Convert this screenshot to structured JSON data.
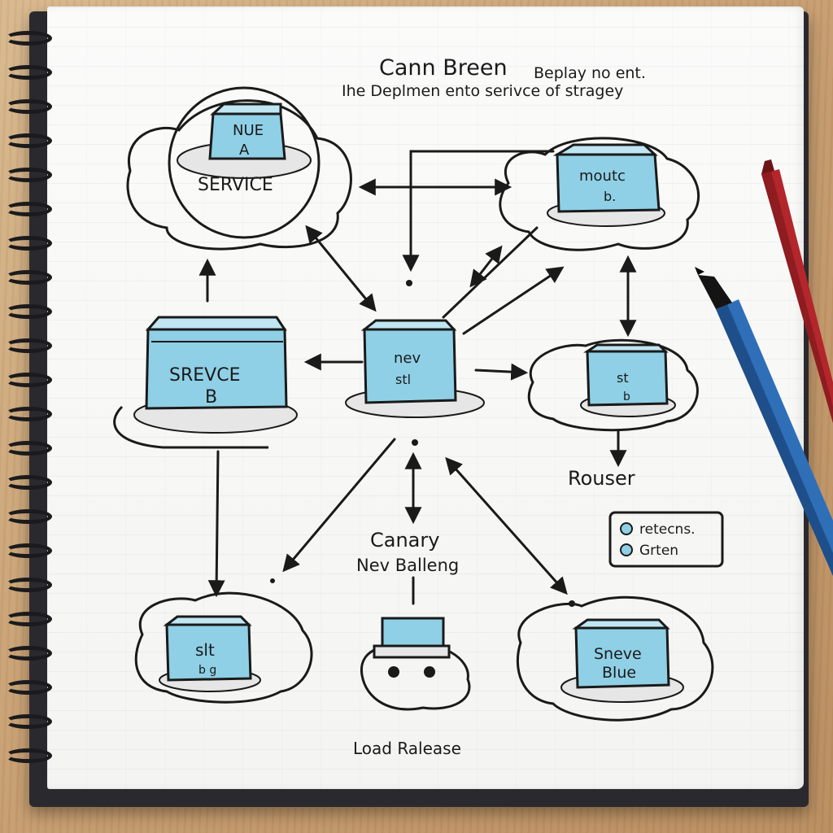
{
  "header": {
    "title_line1": "Cann Breen",
    "title_line1_b": "Beplay no ent.",
    "title_line2": "Ihe Deplmen ento serivce of stragey"
  },
  "nodes": {
    "service_a": {
      "line1": "NUE",
      "line2": "A",
      "label": "SERVICE"
    },
    "moutc": {
      "line1": "moutc",
      "line2": "b."
    },
    "service_b": {
      "line1": "SREVCE",
      "line2": "B"
    },
    "nev_stl": {
      "line1": "nev",
      "line2": "stl"
    },
    "st": {
      "line1": "st",
      "line2": "b"
    },
    "slt": {
      "line1": "slt",
      "line2": "b g"
    },
    "sneve_blue": {
      "line1": "Sneve",
      "line2": "Blue"
    }
  },
  "labels": {
    "rouser": "Rouser",
    "canary": "Canary",
    "nev_balleng": "Nev Balleng",
    "load_ralease": "Load Ralease"
  },
  "legend": {
    "items": [
      "retecns.",
      "Grten"
    ]
  },
  "colors": {
    "ink": "#1a1a1a",
    "box_fill": "#8fd0e6",
    "box_shade": "#5bb0cf",
    "pen_red": "#b3262b",
    "pen_blue": "#2f6fb8",
    "desk": "#c9a679",
    "page": "#f7f7f5"
  }
}
